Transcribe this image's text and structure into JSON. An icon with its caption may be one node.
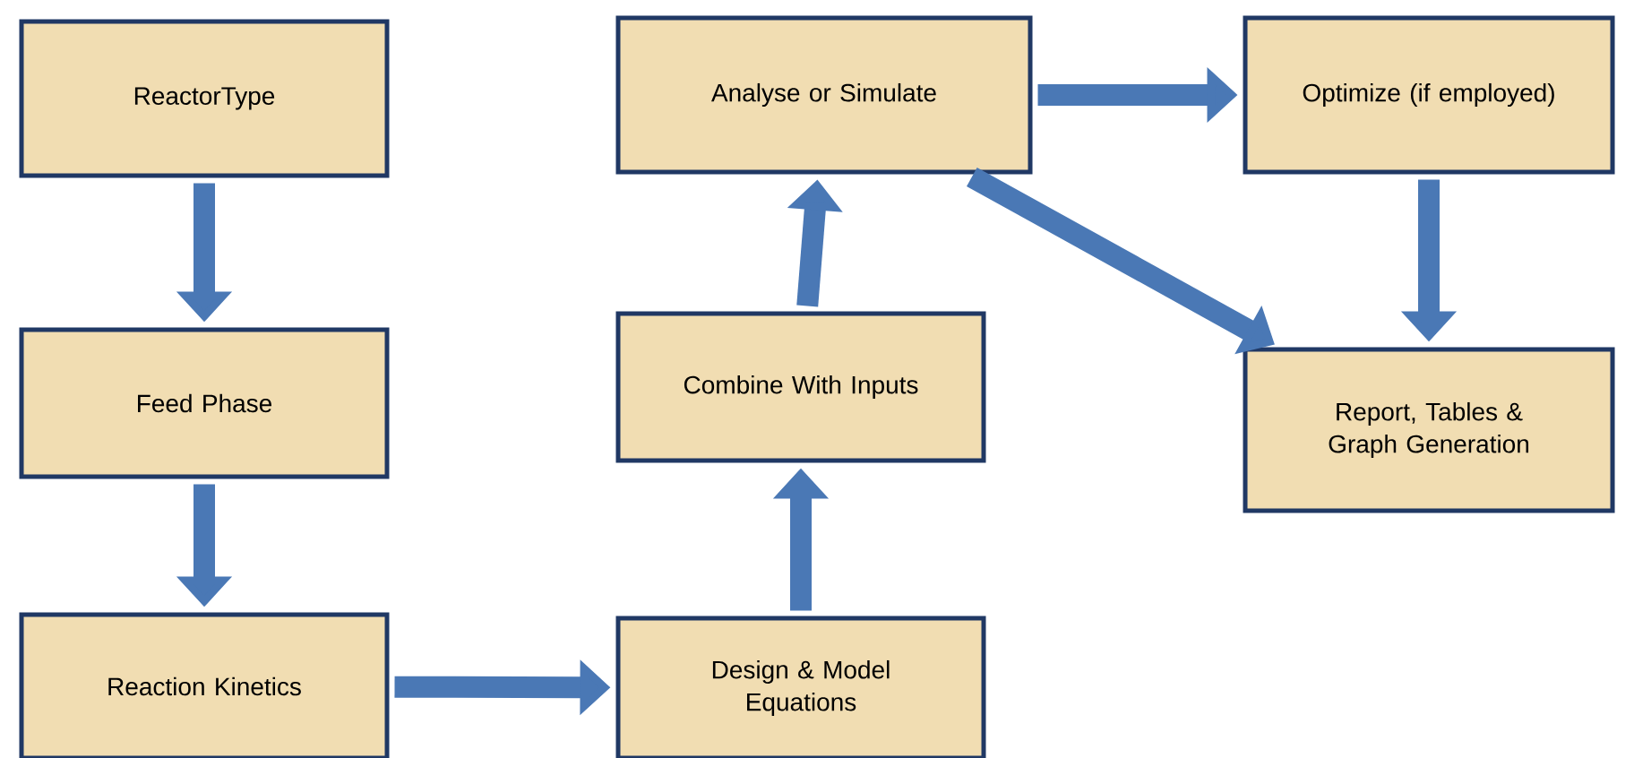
{
  "diagram": {
    "nodes": [
      {
        "text": [
          "ReactorType"
        ]
      },
      {
        "text": [
          "Feed Phase"
        ]
      },
      {
        "text": [
          "Reaction Kinetics"
        ]
      },
      {
        "text": [
          "Design & Model Equations"
        ]
      },
      {
        "text": [
          "Combine With Inputs"
        ]
      },
      {
        "text": [
          "Analyse or Simulate"
        ]
      },
      {
        "text": [
          "Optimize (if employed)"
        ]
      },
      {
        "text": [
          "Report, Tables & Graph Generation"
        ]
      }
    ],
    "edges": [
      {
        "from": 0,
        "to": 1,
        "arrow": "to"
      },
      {
        "from": 1,
        "to": 2,
        "arrow": "to"
      },
      {
        "from": 2,
        "to": 3,
        "arrow": "to"
      },
      {
        "from": 3,
        "to": 4,
        "arrow": "to"
      },
      {
        "from": 4,
        "to": 5,
        "arrow": "to"
      },
      {
        "from": 5,
        "to": 6,
        "arrow": "to"
      },
      {
        "from": 6,
        "to": 7,
        "arrow": "to"
      },
      {
        "from": 5,
        "to": 7,
        "arrow": "to"
      }
    ]
  }
}
